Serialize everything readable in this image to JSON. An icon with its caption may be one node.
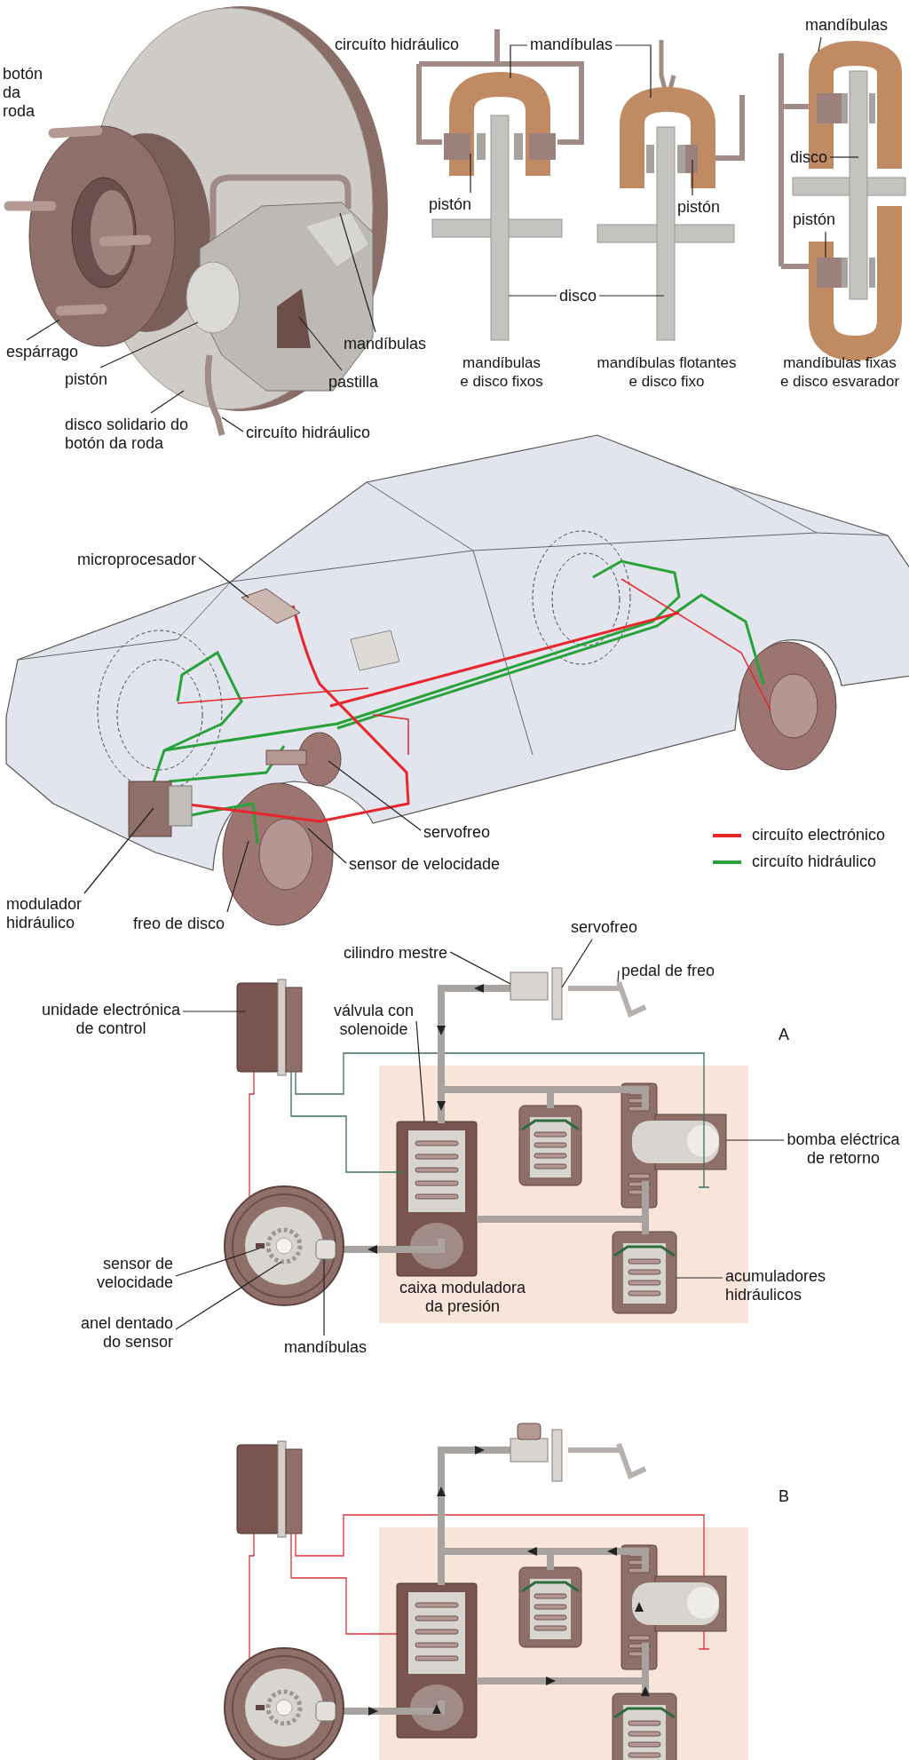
{
  "diagram": {
    "nodes": [
      {
        "text": [
          "espárrago"
        ]
      },
      {
        "text": [
          "pistón"
        ]
      },
      {
        "text": [
          "disco solidario do botón da roda"
        ]
      },
      {
        "text": [
          "circuíto hidráulico"
        ]
      },
      {
        "text": [
          "pastilla"
        ]
      },
      {
        "text": [
          "mandíbulas"
        ]
      },
      {
        "text": [
          "mandíbulas"
        ]
      },
      {
        "text": [
          "mandíbulas"
        ]
      },
      {
        "text": [
          "pistón"
        ]
      },
      {
        "text": [
          "pistón"
        ]
      },
      {
        "text": [
          "disco"
        ]
      },
      {
        "text": [
          "pistón"
        ]
      },
      {
        "text": [
          "disco"
        ]
      },
      {
        "text": [
          "microprocesador"
        ]
      },
      {
        "text": [
          "servofreo"
        ]
      },
      {
        "text": [
          "sensor de velocidade"
        ]
      },
      {
        "text": [
          "modulador hidráulico"
        ]
      },
      {
        "text": [
          "freo de disco"
        ]
      },
      {
        "text": [
          "cilindro mestre"
        ]
      },
      {
        "text": [
          "servofreo"
        ]
      },
      {
        "text": [
          "pedal de freo"
        ]
      },
      {
        "text": [
          "unidade electrónica de control"
        ]
      },
      {
        "text": [
          "válvula con solenoide"
        ]
      },
      {
        "text": [
          "bomba eléctrica de retorno"
        ]
      },
      {
        "text": [
          "sensor de velocidade"
        ]
      },
      {
        "text": [
          "anel dentado do sensor"
        ]
      },
      {
        "text": [
          "mandíbulas"
        ]
      },
      {
        "text": [
          "acumuladores hidráulicos"
        ]
      },
      {
        "text": [
          "caixa moduladora da presión"
        ]
      },
      {
        "text": [],
        "shape": "picture",
        "in": 28
      },
      {
        "text": [],
        "shape": "picture",
        "in": 28
      },
      {
        "text": [],
        "shape": "picture",
        "in": 28
      },
      {
        "text": [],
        "shape": "picture"
      },
      {
        "text": [],
        "shape": "box"
      },
      {
        "text": [],
        "shape": "picture"
      },
      {
        "text": [],
        "shape": "picture"
      },
      {
        "text": [],
        "shape": "box"
      },
      {
        "text": [],
        "shape": "box"
      }
    ],
    "edges": [
      {
        "from": 0,
        "to": null,
        "arrow": "none"
      },
      {
        "from": 1,
        "to": null,
        "arrow": "none"
      },
      {
        "from": 2,
        "to": null,
        "arrow": "none"
      },
      {
        "from": 3,
        "to": null,
        "arrow": "none"
      },
      {
        "from": 4,
        "to": null,
        "arrow": "none"
      },
      {
        "from": 5,
        "to": null,
        "arrow": "none"
      },
      {
        "from": 6,
        "to": null,
        "arrow": "none"
      },
      {
        "from": 6,
        "to": null,
        "arrow": "none"
      },
      {
        "from": 7,
        "to": null,
        "arrow": "none"
      },
      {
        "from": 8,
        "to": null,
        "arrow": "none"
      },
      {
        "from": 9,
        "to": null,
        "arrow": "none"
      },
      {
        "from": 10,
        "to": null,
        "arrow": "none"
      },
      {
        "from": 11,
        "to": null,
        "arrow": "none"
      },
      {
        "from": 12,
        "to": null,
        "arrow": "none"
      },
      {
        "from": 12,
        "to": null,
        "arrow": "none"
      },
      {
        "from": 13,
        "to": null,
        "arrow": "none"
      },
      {
        "from": 14,
        "to": null,
        "arrow": "none"
      },
      {
        "from": 15,
        "to": null,
        "arrow": "none"
      },
      {
        "from": 16,
        "to": null,
        "arrow": "none"
      },
      {
        "from": 17,
        "to": null,
        "arrow": "none"
      },
      {
        "from": 18,
        "to": 36,
        "arrow": "none"
      },
      {
        "from": 19,
        "to": 37,
        "arrow": "none"
      },
      {
        "from": 20,
        "to": 32,
        "arrow": "none"
      },
      {
        "from": 21,
        "to": null,
        "arrow": "none"
      },
      {
        "from": 22,
        "to": 29,
        "arrow": "none"
      },
      {
        "from": 23,
        "to": 30,
        "arrow": "none"
      },
      {
        "from": 24,
        "to": 33,
        "arrow": "none"
      },
      {
        "from": 25,
        "to": 34,
        "arrow": "none"
      },
      {
        "from": 26,
        "to": 35,
        "arrow": "none"
      },
      {
        "from": 27,
        "to": 31,
        "arrow": "none"
      }
    ],
    "labels": [
      "botón da roda",
      "circuíto hidráulico",
      "mandíbulas e disco fixos",
      "mandíbulas flotantes e disco fixo",
      "mandíbulas fixas e disco esvarador",
      "A",
      "B"
    ],
    "legend": [
      {
        "text": "circuíto electrónico",
        "color": "#e8262b"
      },
      {
        "text": "circuíto hidráulico",
        "color": "#27a33a"
      }
    ]
  }
}
